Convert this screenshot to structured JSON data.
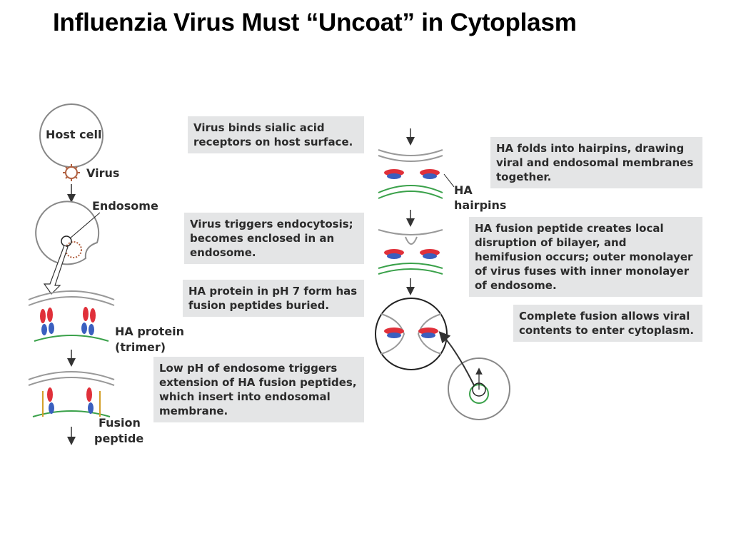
{
  "title": "Influenzia Virus Must “Uncoat” in Cytoplasm",
  "labels": {
    "host_cell": "Host cell",
    "virus": "Virus",
    "endosome": "Endosome",
    "ha_protein_1": "HA protein",
    "ha_protein_2": "(trimer)",
    "fusion_1": "Fusion",
    "fusion_2": "peptide",
    "hairpins_1": "HA",
    "hairpins_2": "hairpins"
  },
  "steps": [
    "Virus binds sialic acid receptors on host surface.",
    "Virus triggers endocytosis; becomes enclosed in an endosome.",
    "HA protein in pH 7 form has fusion peptides buried.",
    "Low pH of endosome triggers extension of HA fusion peptides, which insert into endosomal membrane.",
    "HA folds into hairpins, drawing viral and endosomal membranes together.",
    "HA fusion peptide creates local disruption of bilayer, and hemifusion occurs; outer monolayer of virus fuses with inner monolayer of endosome.",
    "Complete fusion allows viral contents to enter cytoplasm."
  ],
  "colors": {
    "membrane": "#8c8c8c",
    "endosome_membrane": "#3aa14a",
    "ha_red": "#e0303a",
    "ha_blue": "#3a5fbf",
    "peptide": "#d4a02a",
    "text_box": "#e4e5e6"
  },
  "icons": [
    "down-arrow-icon",
    "zoom-arrow-icon"
  ]
}
